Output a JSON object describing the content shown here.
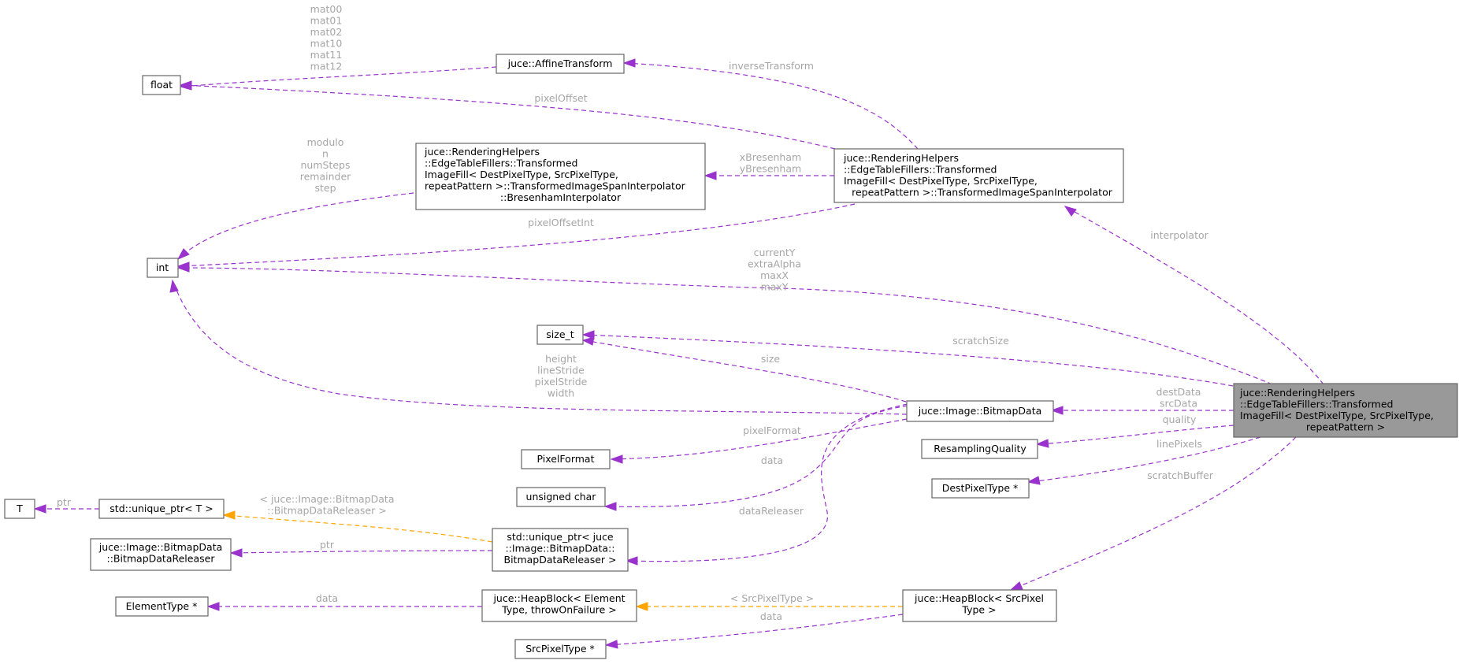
{
  "colors": {
    "member_edge": "#9a32cd",
    "template_edge": "#ffa500",
    "label": "#a6a6a6",
    "main_fill": "#999999"
  },
  "nodes": {
    "main": [
      "juce::RenderingHelpers",
      "::EdgeTableFillers::Transformed",
      "ImageFill< DestPixelType, SrcPixelType,",
      "repeatPattern >"
    ],
    "interpolator": [
      "juce::RenderingHelpers",
      "::EdgeTableFillers::Transformed",
      "ImageFill< DestPixelType, SrcPixelType,",
      "repeatPattern >::TransformedImageSpanInterpolator"
    ],
    "bresenham": [
      "juce::RenderingHelpers",
      "::EdgeTableFillers::Transformed",
      "ImageFill< DestPixelType, SrcPixelType,",
      "repeatPattern >::TransformedImageSpanInterpolator",
      "::BresenhamInterpolator"
    ],
    "affine": [
      "juce::AffineTransform"
    ],
    "float": [
      "float"
    ],
    "int": [
      "int"
    ],
    "size_t": [
      "size_t"
    ],
    "bitmapdata": [
      "juce::Image::BitmapData"
    ],
    "resampling": [
      "ResamplingQuality"
    ],
    "destpixel": [
      "DestPixelType *"
    ],
    "pixelformat": [
      "PixelFormat"
    ],
    "uchar": [
      "unsigned char"
    ],
    "T": [
      "T"
    ],
    "uniqueptr_t": [
      "std::unique_ptr< T >"
    ],
    "releaser": [
      "juce::Image::BitmapData",
      "::BitmapDataReleaser"
    ],
    "uniqueptr_rel": [
      "std::unique_ptr< juce",
      "::Image::BitmapData::",
      "BitmapDataReleaser >"
    ],
    "elementtype": [
      "ElementType *"
    ],
    "heapblock_el": [
      "juce::HeapBlock< Element",
      "Type, throwOnFailure >"
    ],
    "heapblock_src": [
      "juce::HeapBlock< SrcPixel",
      "Type >"
    ],
    "srcpixel": [
      "SrcPixelType *"
    ]
  },
  "edges": {
    "interpolator": [
      "interpolator"
    ],
    "int_main": [
      "currentY",
      "extraAlpha",
      "maxX",
      "maxY"
    ],
    "scratchsize": [
      "scratchSize"
    ],
    "destsrc": [
      "destData",
      "srcData"
    ],
    "quality": [
      "quality"
    ],
    "linepixels": [
      "linePixels"
    ],
    "scratchbuffer": [
      "scratchBuffer"
    ],
    "inverse": [
      "inverseTransform"
    ],
    "pixeloffset": [
      "pixelOffset"
    ],
    "xybres": [
      "xBresenham",
      "yBresenham"
    ],
    "pixeloffsetint": [
      "pixelOffsetInt"
    ],
    "mats": [
      "mat00",
      "mat01",
      "mat02",
      "mat10",
      "mat11",
      "mat12"
    ],
    "bres_int": [
      "modulo",
      "n",
      "numSteps",
      "remainder",
      "step"
    ],
    "size": [
      "size"
    ],
    "bm_int": [
      "height",
      "lineStride",
      "pixelStride",
      "width"
    ],
    "pixelformat": [
      "pixelFormat"
    ],
    "data_uchar": [
      "data"
    ],
    "datareleaser": [
      "dataReleaser"
    ],
    "ptr_T": [
      "ptr"
    ],
    "tmpl_unique": [
      "< juce::Image::BitmapData",
      "::BitmapDataReleaser >"
    ],
    "ptr_rel": [
      "ptr"
    ],
    "data_elem": [
      "data"
    ],
    "tmpl_heap": [
      "< SrcPixelType >"
    ],
    "data_src": [
      "data"
    ]
  }
}
